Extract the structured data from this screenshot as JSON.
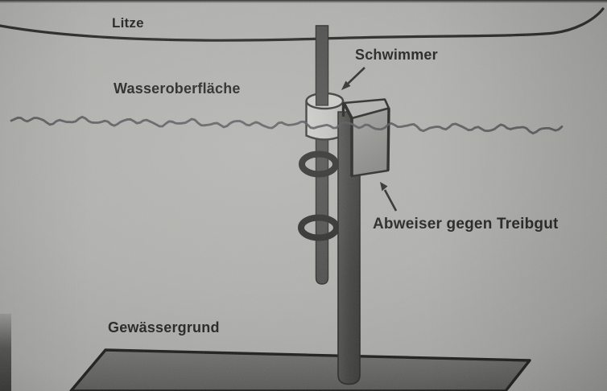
{
  "figure": {
    "kind": "scanned-technical-diagram",
    "labels": {
      "litze": "Litze",
      "wasseroberflaeche": "Wasseroberfläche",
      "schwimmer": "Schwimmer",
      "abweiser": "Abweiser gegen Treibgut",
      "gewaessergrund": "Gewässergrund"
    },
    "colors": {
      "paper": "#b2b2af",
      "ink_outline": "#262624",
      "litze_line": "#2b2b29",
      "water_wave": "#55555a",
      "guide_rod": "#515150",
      "measuring_pole": "#4b4b49",
      "float_body": "#c6c6c3",
      "deflector_face": "#949491",
      "deflector_top_flap": "#b2b2af",
      "rings": "#30302e",
      "ground_plane": "#6b6b69"
    }
  }
}
